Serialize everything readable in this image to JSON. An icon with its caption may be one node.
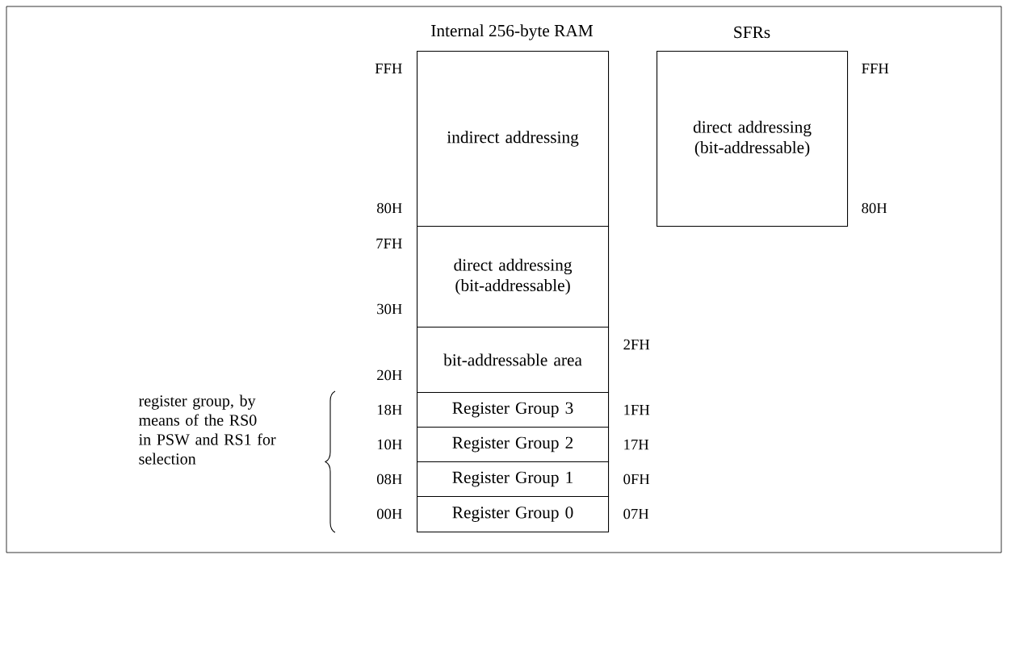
{
  "diagram": {
    "nodes": [
      {
        "text": [
          "indirect addressing"
        ]
      },
      {
        "text": [
          "direct addressing (bit-addressable)"
        ]
      },
      {
        "text": [
          "bit-addressable area"
        ]
      },
      {
        "text": [
          "Register Group 3"
        ]
      },
      {
        "text": [
          "Register Group 2"
        ]
      },
      {
        "text": [
          "Register Group 1"
        ]
      },
      {
        "text": [
          "Register Group 0"
        ]
      },
      {
        "text": [
          "direct addressing (bit-addressable)"
        ]
      }
    ],
    "labels": [
      "Internal 256-byte RAM",
      "SFRs",
      "FFH",
      "FFH",
      "80H",
      "80H",
      "7FH",
      "30H",
      "2FH",
      "20H",
      "register group, by means of the RS0 in PSW and RS1 for selection",
      "18H",
      "1FH",
      "10H",
      "17H",
      "08H",
      "0FH",
      "00H",
      "07H"
    ]
  }
}
